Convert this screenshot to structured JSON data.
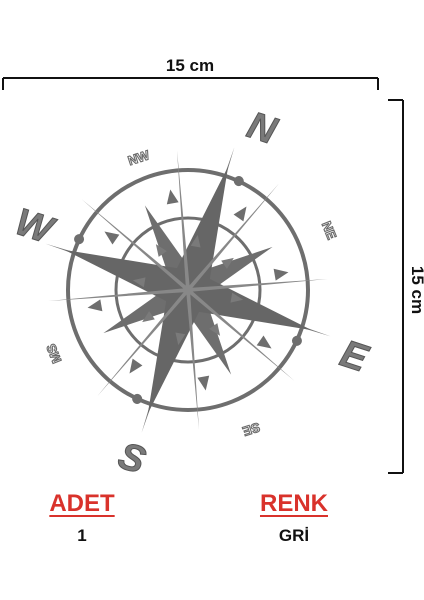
{
  "dimensions": {
    "width_label": "15 cm",
    "height_label": "15 cm"
  },
  "compass": {
    "main_labels": {
      "n": "N",
      "e": "E",
      "s": "S",
      "w": "W"
    },
    "minor_labels": {
      "nw": "NW",
      "ne": "NE",
      "se": "SE",
      "sw": "MS"
    },
    "color": "#6e6e6e"
  },
  "info": {
    "quantity": {
      "title": "ADET",
      "value": "1"
    },
    "color_info": {
      "title": "RENK",
      "value": "GRİ"
    },
    "accent_color": "#d9322b"
  }
}
